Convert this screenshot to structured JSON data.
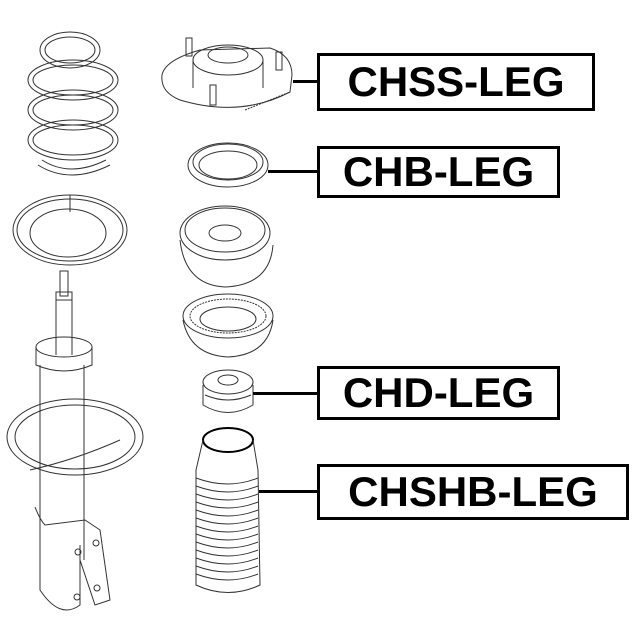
{
  "diagram": {
    "title": "Front suspension strut assembly exploded view",
    "line_color": "#000000",
    "background": "#ffffff",
    "labels": [
      {
        "id": "chss",
        "text": "CHSS-LEG",
        "part": "strut top mount"
      },
      {
        "id": "chb",
        "text": "CHB-LEG",
        "part": "strut bearing"
      },
      {
        "id": "chd",
        "text": "CHD-LEG",
        "part": "bump stop"
      },
      {
        "id": "chshb",
        "text": "CHSHB-LEG",
        "part": "dust boot"
      }
    ],
    "parts_unlabeled": [
      "coil spring",
      "spring seat",
      "shock absorber strut",
      "spring upper seat",
      "thrust bearing"
    ]
  }
}
